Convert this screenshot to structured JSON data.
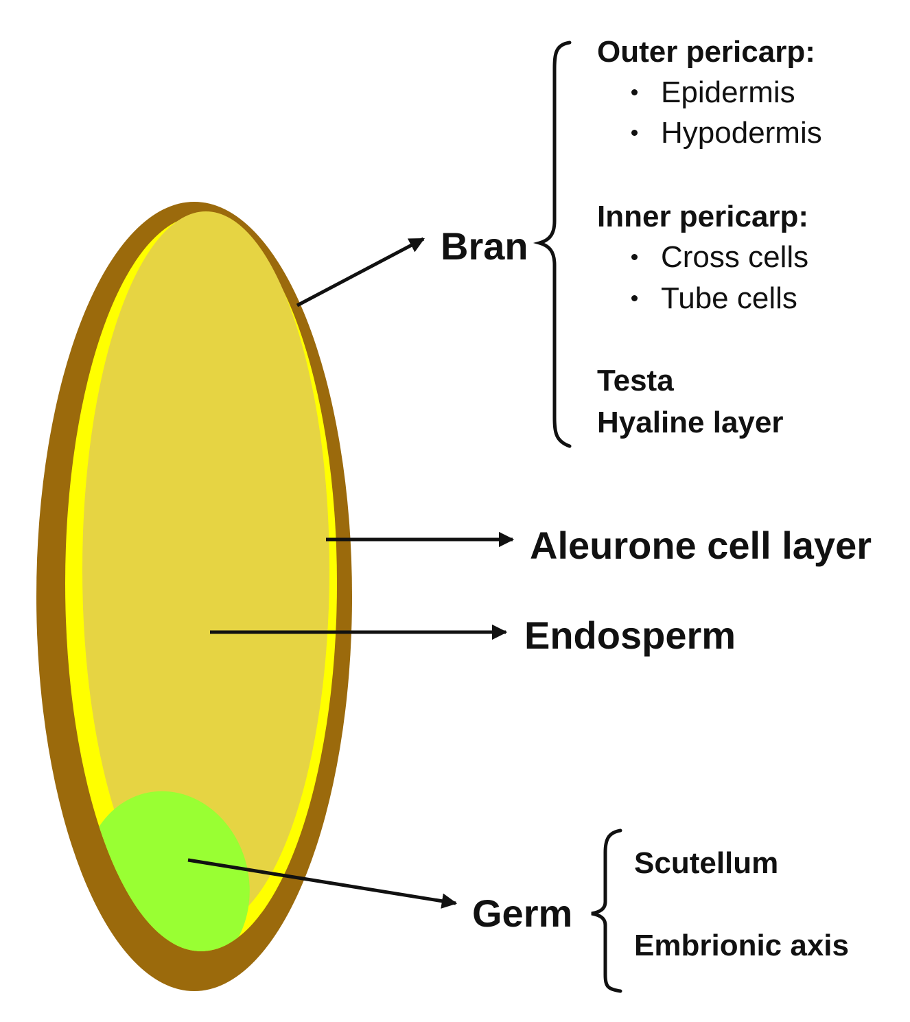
{
  "colors": {
    "bran": "#9b6a0c",
    "aleurone": "#ffff00",
    "endosperm": "#e6d443",
    "germ": "#99ff33",
    "line": "#111111"
  },
  "labels": {
    "bran": "Bran",
    "aleurone": "Aleurone cell layer",
    "endosperm": "Endosperm",
    "germ": "Germ"
  },
  "bran_details": {
    "outer_pericarp": {
      "heading": "Outer pericarp:",
      "items": [
        "Epidermis",
        "Hypodermis"
      ]
    },
    "inner_pericarp": {
      "heading": "Inner pericarp:",
      "items": [
        "Cross cells",
        "Tube cells"
      ]
    },
    "testa": "Testa",
    "hyaline": "Hyaline layer"
  },
  "germ_details": {
    "items": [
      "Scutellum",
      "Embrionic axis"
    ]
  }
}
